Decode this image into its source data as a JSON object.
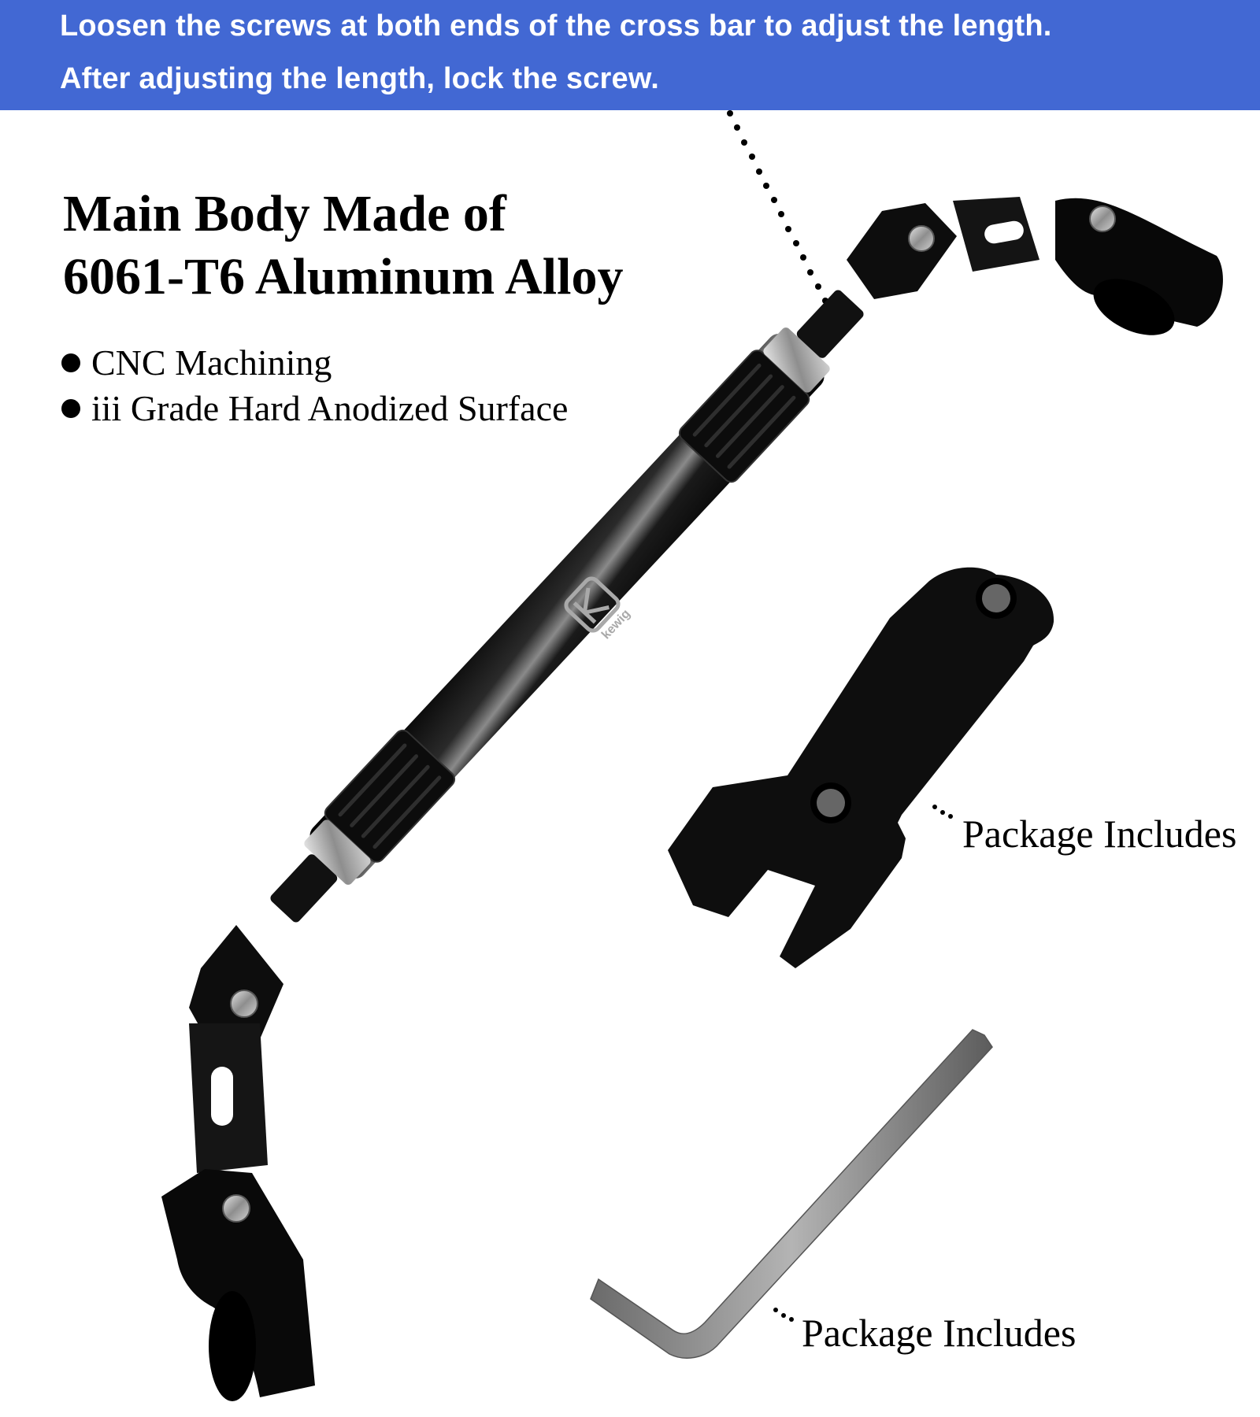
{
  "banner": {
    "background_color": "#4268d3",
    "text_color": "#ffffff",
    "line1": "Loosen the screws at both ends of the cross bar to adjust the length.",
    "line2": "After adjusting the length, lock the screw."
  },
  "headline": {
    "line1": "Main Body Made of",
    "line2": "6061-T6 Aluminum Alloy"
  },
  "features": [
    {
      "icon": "bullet-dot",
      "text": "CNC Machining"
    },
    {
      "icon": "bullet-dot",
      "text": "iii Grade Hard Anodized Surface"
    }
  ],
  "product": {
    "name": "motorcycle-handlebar-cross-bar",
    "brand_logo_text": "kewig",
    "body_color": "#111111"
  },
  "accessories": [
    {
      "item": "wrench",
      "label": "Package Includes"
    },
    {
      "item": "hex-key",
      "label": "Package Includes"
    }
  ]
}
